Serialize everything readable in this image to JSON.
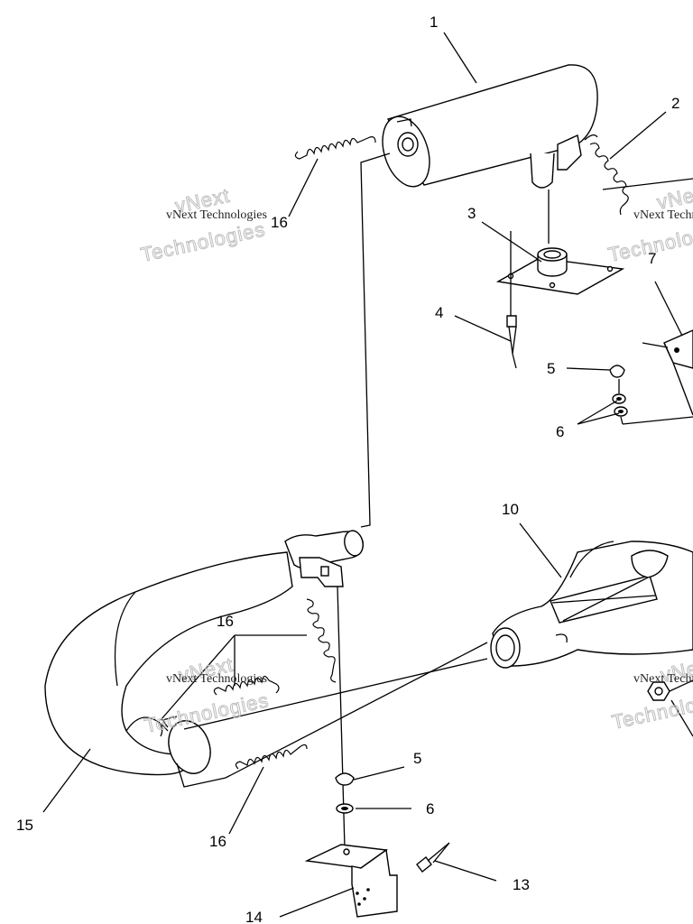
{
  "watermark": {
    "text": "vNext Technologies",
    "big_1": "vNext",
    "big_2": "Technologies"
  },
  "callouts": {
    "c1": "1",
    "c2": "2",
    "c3": "3",
    "c4": "4",
    "c5a": "5",
    "c6a": "6",
    "c7": "7",
    "c10": "10",
    "c16a": "16",
    "c16b": "16",
    "c16c": "16",
    "c5b": "5",
    "c6b": "6",
    "c13": "13",
    "c14": "14",
    "c15": "15"
  }
}
